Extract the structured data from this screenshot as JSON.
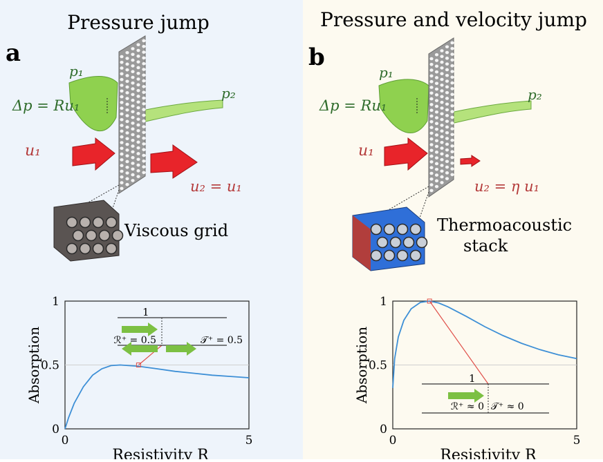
{
  "panels": [
    {
      "letter": "a",
      "title": "Pressure jump",
      "p1": "p₁",
      "p2": "p₂",
      "dp": "Δp = Ru₁",
      "u1": "u₁",
      "u2": "u₂ = u₁",
      "material": "Viscous grid",
      "material2": "",
      "plot": {
        "ylabel": "Absorption",
        "xlabel": "Resistivity R",
        "yticks": [
          "0",
          "0.5",
          "1"
        ],
        "xticks": [
          "0",
          "5"
        ],
        "inset": {
          "incident": "1",
          "reflected": "ℛ⁺ = 0.5",
          "transmitted": "𝒯⁺ = 0.5"
        }
      }
    },
    {
      "letter": "b",
      "title": "Pressure and velocity jump",
      "p1": "p₁",
      "p2": "p₂",
      "dp": "Δp = Ru₁",
      "u1": "u₁",
      "u2": "u₂ = η u₁",
      "material": "Thermoacoustic",
      "material2": "stack",
      "plot": {
        "ylabel": "Absorption",
        "xlabel": "Resistivity R",
        "yticks": [
          "0",
          "0.5",
          "1"
        ],
        "xticks": [
          "0",
          "5"
        ],
        "inset": {
          "incident": "1",
          "reflected": "ℛ⁺ ≈ 0",
          "transmitted": "𝒯⁺ ≈ 0"
        }
      }
    }
  ],
  "colors": {
    "green_wave": "#8fd14f",
    "arrow_red": "#e8242a",
    "curve_blue": "#3d8fd6",
    "label_red": "#b43a3a",
    "label_green": "#2e6b2a",
    "grid_gray": "#8a8a8a",
    "stack_blue": "#2f6fd8",
    "stack_red": "#c0382b",
    "inset_arrow": "#7cc043"
  },
  "chart_data": [
    {
      "type": "line",
      "xlabel": "Resistivity R",
      "ylabel": "Absorption",
      "xlim": [
        0,
        5
      ],
      "ylim": [
        0,
        1
      ],
      "series": [
        {
          "x": [
            0,
            0.1,
            0.25,
            0.5,
            0.75,
            1.0,
            1.25,
            1.5,
            2.0,
            2.5,
            3.0,
            3.5,
            4.0,
            4.5,
            5.0
          ],
          "y": [
            0,
            0.09,
            0.2,
            0.33,
            0.42,
            0.47,
            0.495,
            0.5,
            0.49,
            0.47,
            0.45,
            0.435,
            0.42,
            0.41,
            0.4
          ]
        }
      ],
      "marker": {
        "x": 2.0,
        "y": 0.5
      },
      "reference_line": 0.5
    },
    {
      "type": "line",
      "xlabel": "Resistivity R",
      "ylabel": "Absorption",
      "xlim": [
        0,
        5
      ],
      "ylim": [
        0,
        1
      ],
      "series": [
        {
          "x": [
            0,
            0.05,
            0.15,
            0.3,
            0.5,
            0.75,
            1.0,
            1.25,
            1.5,
            2.0,
            2.5,
            3.0,
            3.5,
            4.0,
            4.5,
            5.0
          ],
          "y": [
            0.32,
            0.55,
            0.72,
            0.85,
            0.94,
            0.99,
            1.0,
            0.985,
            0.955,
            0.88,
            0.8,
            0.73,
            0.67,
            0.62,
            0.58,
            0.55
          ]
        }
      ],
      "marker": {
        "x": 1.0,
        "y": 1.0
      },
      "reference_line": 0.5
    }
  ]
}
